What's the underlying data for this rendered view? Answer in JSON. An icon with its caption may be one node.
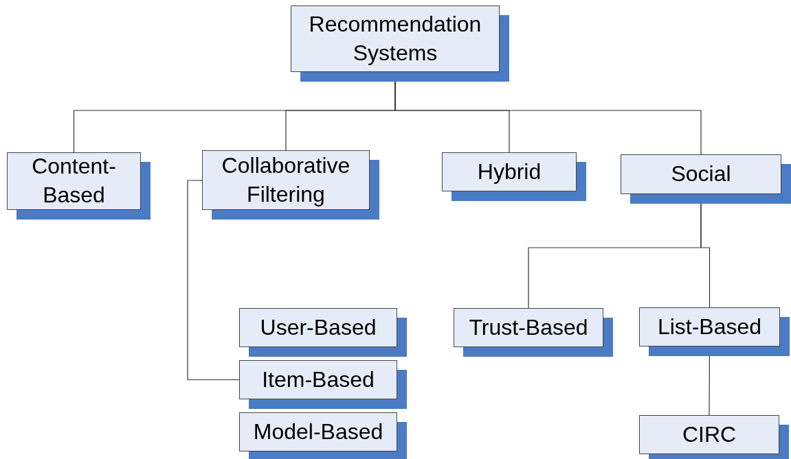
{
  "diagram": {
    "nodes": [
      {
        "text": [
          "Recommendation Systems"
        ]
      },
      {
        "text": [
          "Content-Based"
        ]
      },
      {
        "text": [
          "Collaborative Filtering"
        ]
      },
      {
        "text": [
          "Hybrid"
        ]
      },
      {
        "text": [
          "Social"
        ]
      },
      {
        "text": [
          "User-Based"
        ]
      },
      {
        "text": [
          "Item-Based"
        ]
      },
      {
        "text": [
          "Model-Based"
        ]
      },
      {
        "text": [
          "Trust-Based"
        ]
      },
      {
        "text": [
          "List-Based"
        ]
      },
      {
        "text": [
          "CIRC"
        ]
      }
    ],
    "edges": [
      {
        "from": 0,
        "to": 1,
        "arrow": "none"
      },
      {
        "from": 0,
        "to": 2,
        "arrow": "none"
      },
      {
        "from": 0,
        "to": 3,
        "arrow": "none"
      },
      {
        "from": 0,
        "to": 4,
        "arrow": "none"
      },
      {
        "from": 2,
        "to": 6,
        "arrow": "none"
      },
      {
        "from": 4,
        "to": 8,
        "arrow": "none"
      },
      {
        "from": 4,
        "to": 9,
        "arrow": "none"
      },
      {
        "from": 9,
        "to": 10,
        "arrow": "none"
      }
    ]
  }
}
